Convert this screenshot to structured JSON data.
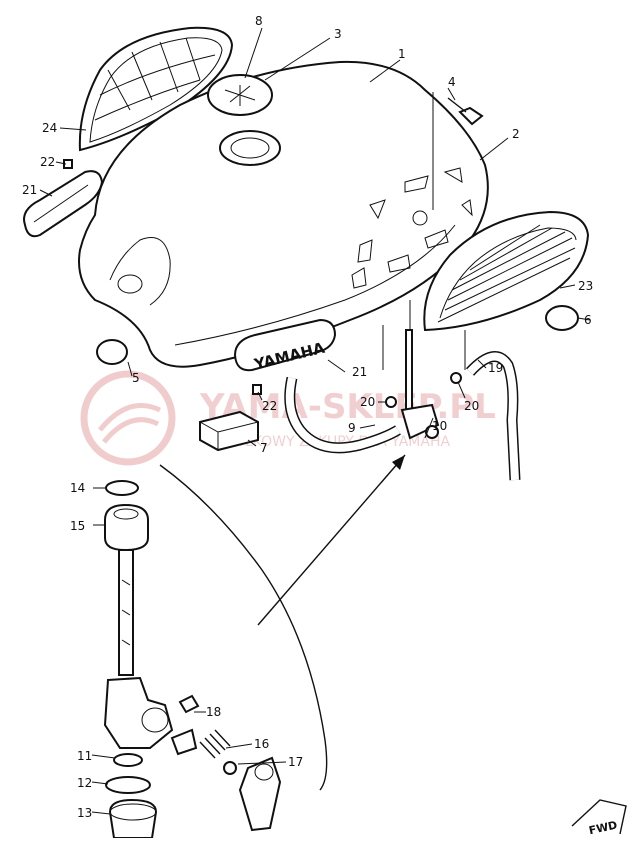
{
  "watermark": {
    "brand": "YAMA-SKLEP.PL",
    "tagline": "WYSYŁKOWY ZAKUPY DLA YAMAHA",
    "color": "#e5a3a6"
  },
  "tank_emblem_text": "YAMAHA",
  "fwd_mark": "FWD",
  "part_labels": {
    "p1": "1",
    "p2": "2",
    "p3": "3",
    "p4": "4",
    "p5": "5",
    "p6": "6",
    "p7": "7",
    "p8": "8",
    "p9": "9",
    "p10": "10",
    "p11": "11",
    "p12": "12",
    "p13": "13",
    "p14": "14",
    "p15": "15",
    "p16": "16",
    "p17": "17",
    "p18": "18",
    "p19": "19",
    "p20a": "20",
    "p20b": "20",
    "p21a": "21",
    "p21b": "21",
    "p22a": "22",
    "p22b": "22",
    "p23": "23",
    "p24": "24"
  }
}
